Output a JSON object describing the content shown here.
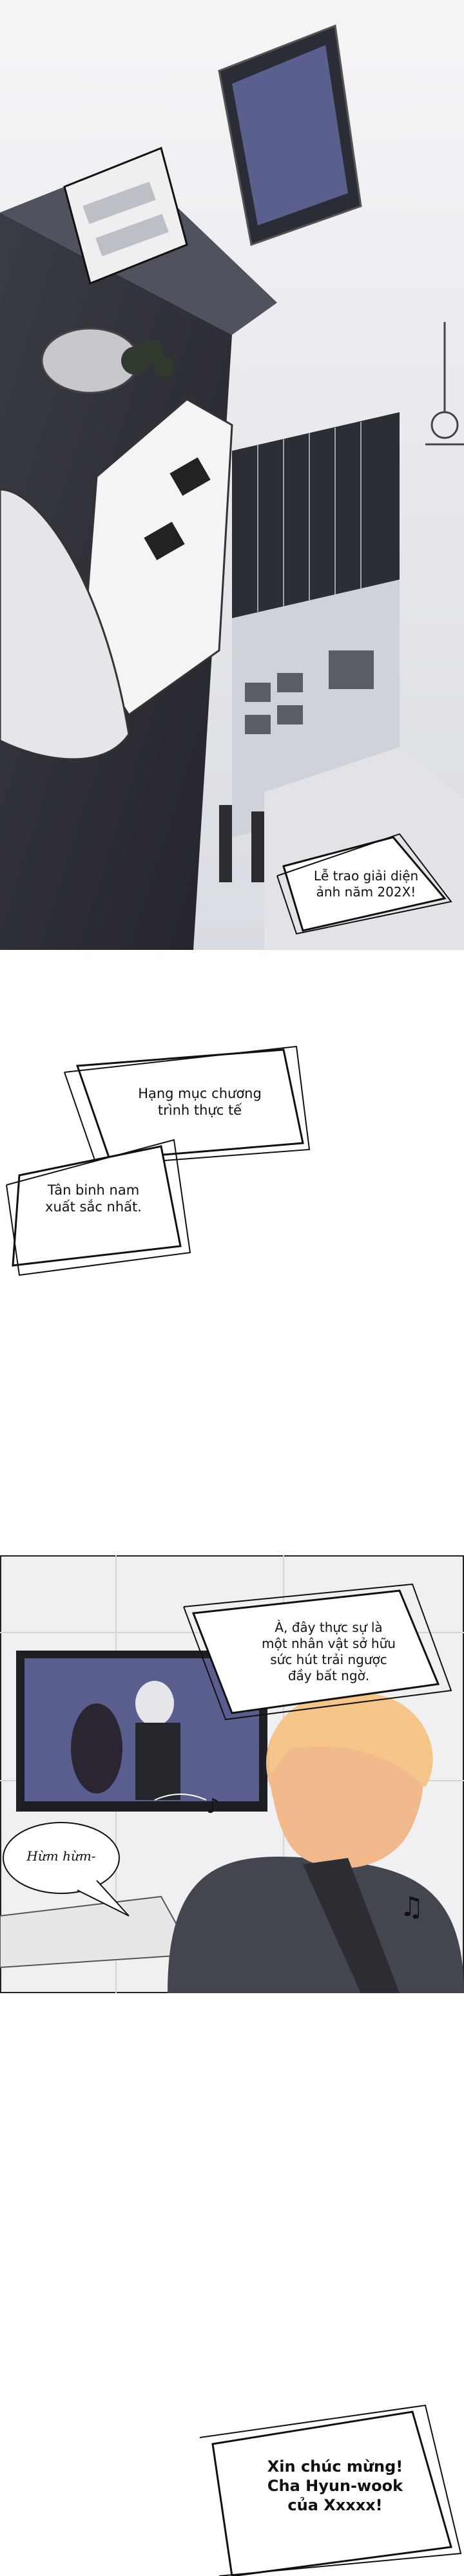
{
  "panel1": {
    "caption": "Lễ trao giải diện\nảnh năm 202X!"
  },
  "panel2": {
    "caption_category": "Hạng mục chương\ntrình thực tế",
    "caption_award": "Tân binh nam\nxuất sắc nhất."
  },
  "panel3": {
    "speech_tv": "À, đây thực sự là\nmột nhân vật sở hữu\nsức hút trải ngược\nđầy bất ngờ.",
    "speech_hum": "Hừm hừm-"
  },
  "panel4": {
    "speech_congrats": "Xin chúc mừng!\nCha Hyun-wook\ncủa Xxxxx!"
  }
}
